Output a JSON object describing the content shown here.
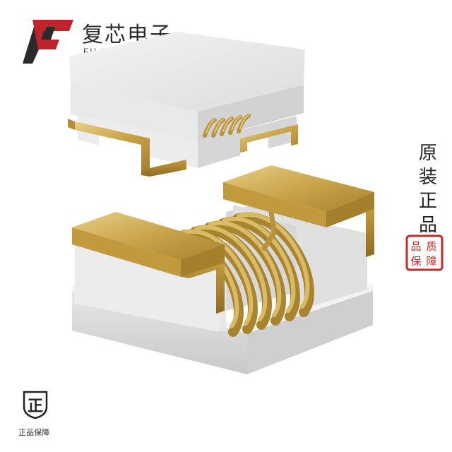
{
  "brand": {
    "name_cn": "复芯电子",
    "name_en": "FU XIN DIAN ZI",
    "logo_icon": "fx-logo-icon",
    "accent_color": "#c0232b",
    "dark_color": "#2a2a2a"
  },
  "side_text": {
    "chars": [
      "原",
      "装",
      "正",
      "品"
    ]
  },
  "seal": {
    "icon": "quality-seal-icon",
    "lettering": [
      "品",
      "质",
      "保",
      "障"
    ],
    "color": "#c62828"
  },
  "badge": {
    "icon": "genuine-shield-icon",
    "glyph": "正",
    "label": "正品保障"
  },
  "product": {
    "icon": "wire-wound-inductor-icon",
    "body_color": "#e4e4e4",
    "gold_color": "#c9a44b"
  }
}
